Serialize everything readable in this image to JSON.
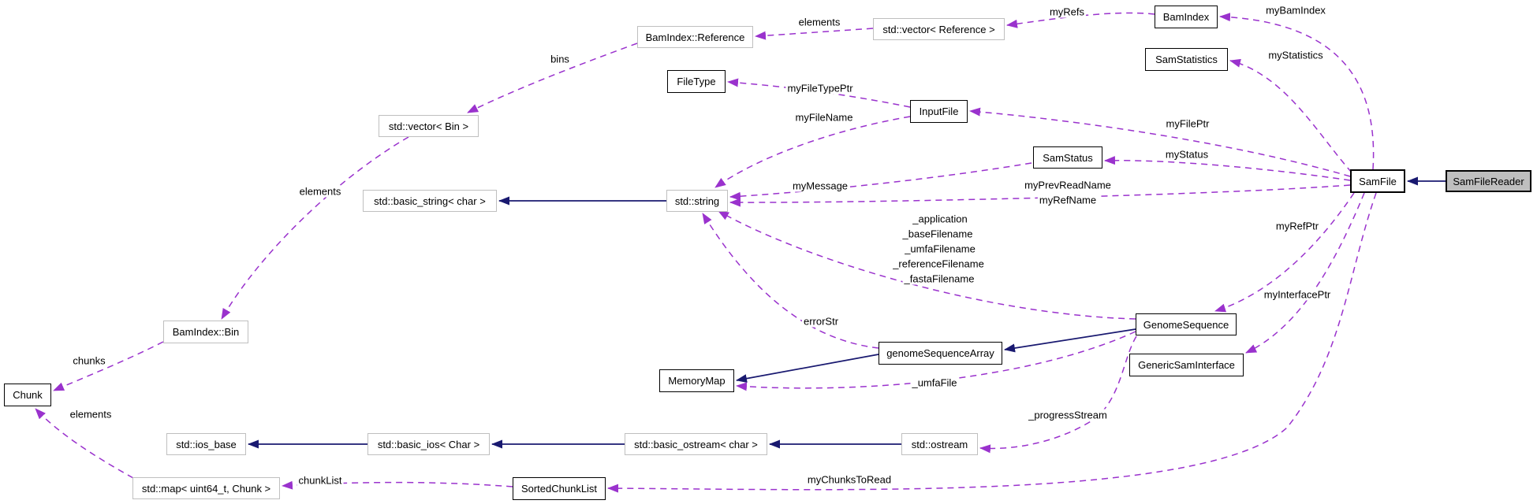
{
  "diagram": {
    "kind": "collaboration-graph",
    "colors": {
      "inheritance_edge": "#191970",
      "usage_edge": "#9a32cd",
      "node_border": "#000000",
      "external_node_border": "#bfbfbf",
      "focus_node_fill": "#bfbfbf",
      "background": "#ffffff"
    },
    "nodes": {
      "bamindex_reference": {
        "label": "BamIndex::Reference"
      },
      "vector_reference": {
        "label": "std::vector< Reference >"
      },
      "bamindex": {
        "label": "BamIndex"
      },
      "samstatistics": {
        "label": "SamStatistics"
      },
      "filetype": {
        "label": "FileType"
      },
      "inputfile": {
        "label": "InputFile"
      },
      "vector_bin": {
        "label": "std::vector< Bin >"
      },
      "samstatus": {
        "label": "SamStatus"
      },
      "basic_string": {
        "label": "std::basic_string< char >"
      },
      "std_string": {
        "label": "std::string"
      },
      "samfile": {
        "label": "SamFile"
      },
      "samfilereader": {
        "label": "SamFileReader"
      },
      "bamindex_bin": {
        "label": "BamIndex::Bin"
      },
      "genomesequence": {
        "label": "GenomeSequence"
      },
      "genomesequencearray": {
        "label": "genomeSequenceArray"
      },
      "genericsaminterface": {
        "label": "GenericSamInterface"
      },
      "memorymap": {
        "label": "MemoryMap"
      },
      "chunk": {
        "label": "Chunk"
      },
      "ios_base": {
        "label": "std::ios_base"
      },
      "basic_ios": {
        "label": "std::basic_ios< Char >"
      },
      "basic_ostream": {
        "label": "std::basic_ostream< char >"
      },
      "ostream": {
        "label": "std::ostream"
      },
      "map_chunk": {
        "label": "std::map< uint64_t, Chunk >"
      },
      "sortedchunklist": {
        "label": "SortedChunkList"
      }
    },
    "edge_labels": {
      "elements_references": "elements",
      "myrefs": "myRefs",
      "mybamindex": "myBamIndex",
      "mystatistics": "myStatistics",
      "bins": "bins",
      "myfiletypeptr": "myFileTypePtr",
      "myfilename": "myFileName",
      "myfileptr": "myFilePtr",
      "mystatus": "myStatus",
      "mymessage": "myMessage",
      "myprevreadname": "myPrevReadName",
      "myrefname": "myRefName",
      "application": "_application",
      "basefilename": "_baseFilename",
      "umfafilename": "_umfaFilename",
      "referencefilename": "_referenceFilename",
      "fastafilename": "_fastaFilename",
      "myrefptr": "myRefPtr",
      "myinterfaceptr": "myInterfacePtr",
      "elements_bins": "elements",
      "errorstr": "errorStr",
      "umfafile": "_umfaFile",
      "chunks": "chunks",
      "elements_chunks": "elements",
      "progressstream": "_progressStream",
      "chunklist": "chunkList",
      "mychunkstoread": "myChunksToRead"
    }
  }
}
